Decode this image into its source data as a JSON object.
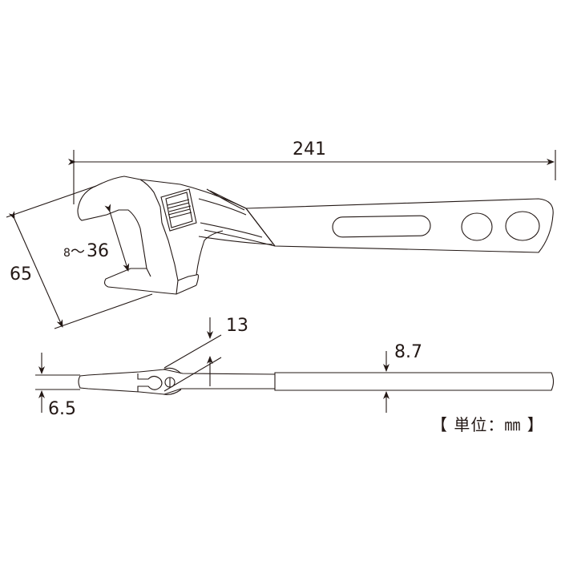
{
  "drawing": {
    "title": "Adjustable wrench dimension drawing",
    "line_color": "#231815",
    "background": "#ffffff"
  },
  "dimensions": {
    "overall_length": "241",
    "head_width": "65",
    "jaw_opening_min": "8",
    "jaw_opening_sep": "～",
    "jaw_opening_max": "36",
    "head_thickness": "13",
    "jaw_tip_thickness": "6.5",
    "handle_thickness": "8.7"
  },
  "unit_label": "【 単位：㎜ 】"
}
